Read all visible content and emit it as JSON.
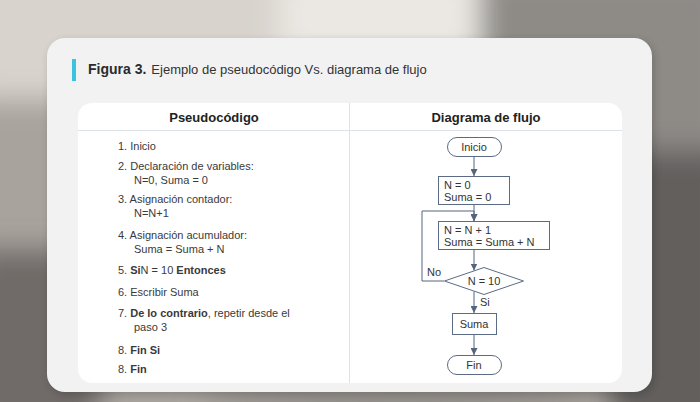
{
  "diagram": {
    "title": "Ejemplo de pseudocódigo Vs. diagrama de flujo",
    "nodes": [
      {
        "text": [
          "Inicio"
        ]
      },
      {
        "text": [
          "N = 0",
          "Suma = 0"
        ]
      },
      {
        "text": [
          "N = N + 1",
          "Suma = Suma + N"
        ]
      },
      {
        "text": [
          "N = 10"
        ]
      },
      {
        "text": [
          "Suma"
        ]
      },
      {
        "text": [
          "Fin"
        ]
      }
    ],
    "edges": [
      {
        "from": 0,
        "to": 1,
        "arrow": "to"
      },
      {
        "from": 1,
        "to": 2,
        "arrow": "to"
      },
      {
        "from": 2,
        "to": 3,
        "arrow": "to"
      },
      {
        "from": 3,
        "to": 4,
        "label": "Si",
        "arrow": "to"
      },
      {
        "from": 3,
        "to": 2,
        "label": "No",
        "arrow": "to"
      },
      {
        "from": 4,
        "to": 5,
        "arrow": "to"
      }
    ],
    "labels": [
      "Figura 3.",
      "Pseudocódigo",
      "Diagrama de flujo",
      "1. Inicio",
      "2. Declaración de variables:",
      "N=0, Suma = 0",
      "3. Asignación contador:",
      "N=N+1",
      "4. Asignación acumulador:",
      "Suma = Suma + N",
      "5.",
      "Si",
      "N = 10",
      "Entonces",
      "6. Escribir Suma",
      "7.",
      "De lo contrario",
      ", repetir desde el",
      "paso 3",
      "8.",
      "Fin Si",
      "8.",
      "Fin"
    ]
  }
}
